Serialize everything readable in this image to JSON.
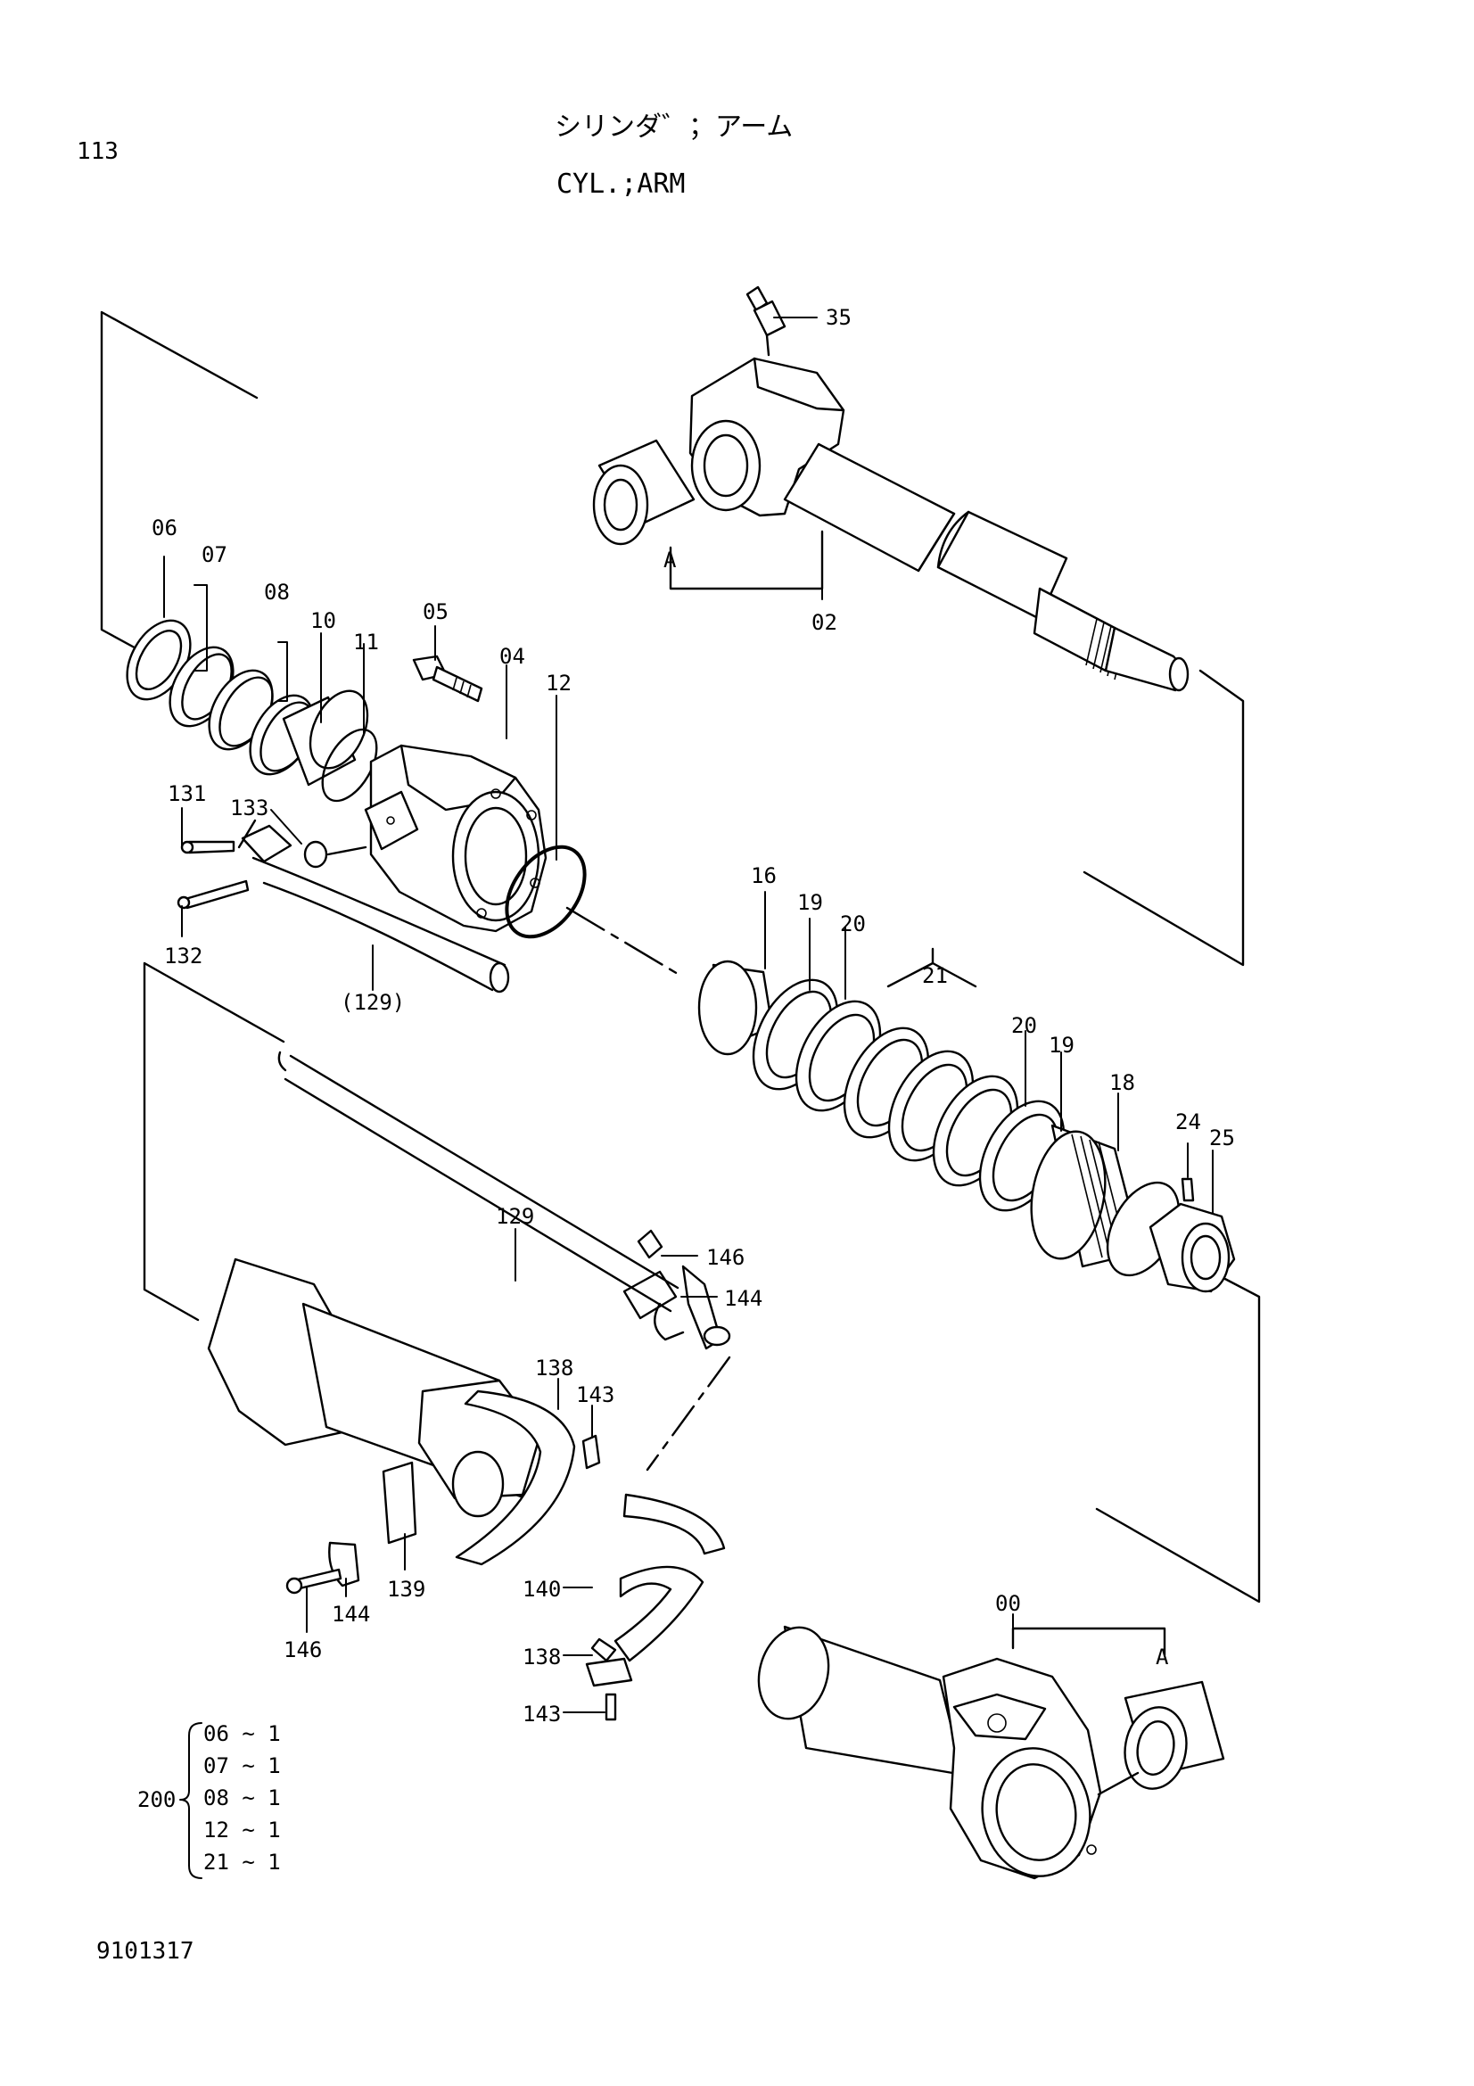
{
  "page_number": "113",
  "title_jp": "シリンダ゛；アーム",
  "title_en": "CYL.;ARM",
  "doc_number": "9101317",
  "kit": {
    "number": "200",
    "items": [
      "06 ~ 1",
      "07 ~ 1",
      "08 ~ 1",
      "12 ~ 1",
      "21 ~ 1"
    ]
  },
  "callouts": {
    "c00": "00",
    "c02": "02",
    "c04": "04",
    "c05": "05",
    "c06": "06",
    "c07": "07",
    "c08": "08",
    "c10": "10",
    "c11": "11",
    "c12": "12",
    "c16": "16",
    "c18": "18",
    "c19a": "19",
    "c19b": "19",
    "c20a": "20",
    "c20b": "20",
    "c21": "21",
    "c24": "24",
    "c25": "25",
    "c35": "35",
    "c129": "129",
    "c129p": "(129)",
    "c131": "131",
    "c132": "132",
    "c133": "133",
    "c138a": "138",
    "c138b": "138",
    "c139": "139",
    "c140": "140",
    "c143a": "143",
    "c143b": "143",
    "c144a": "144",
    "c144b": "144",
    "c146a": "146",
    "c146b": "146",
    "cAtop": "A",
    "cAbot": "A"
  }
}
